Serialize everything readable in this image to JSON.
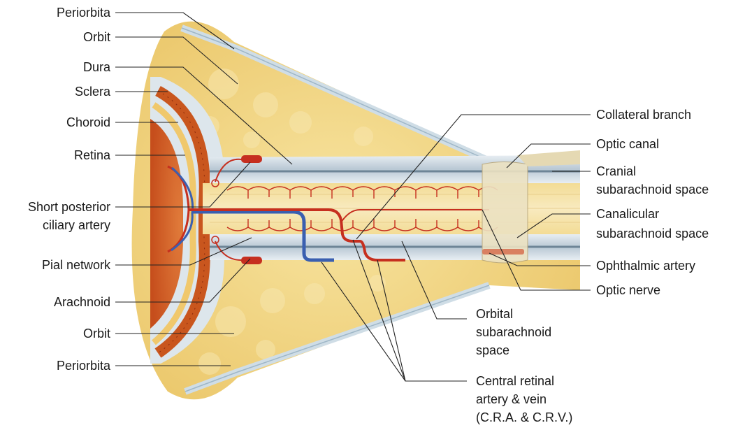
{
  "labels": {
    "periorbita_top": "Periorbita",
    "orbit_top": "Orbit",
    "dura": "Dura",
    "sclera": "Sclera",
    "choroid": "Choroid",
    "retina": "Retina",
    "short_posterior_1": "Short posterior",
    "short_posterior_2": "ciliary artery",
    "pial_network": "Pial network",
    "arachnoid": "Arachnoid",
    "orbit_bottom": "Orbit",
    "periorbita_bottom": "Periorbita",
    "collateral_branch": "Collateral branch",
    "optic_canal": "Optic canal",
    "cranial_1": "Cranial",
    "cranial_2": "subarachnoid space",
    "canalicular_1": "Canalicular",
    "canalicular_2": "subarachnoid space",
    "ophthalmic_artery": "Ophthalmic artery",
    "optic_nerve": "Optic nerve",
    "orbital_sub_1": "Orbital",
    "orbital_sub_2": "subarachnoid",
    "orbital_sub_3": "space",
    "crv_1": "Central retinal",
    "crv_2": "artery & vein",
    "crv_3": "(C.R.A. & C.R.V.)"
  },
  "colors": {
    "orbit_fat": "#f2d98a",
    "nerve": "#f5e3a8",
    "meninges": "#c9d6e0",
    "artery": "#c62f1f",
    "vein": "#3a5fb0",
    "choroid": "#c9561e",
    "canal": "#ece2c2"
  }
}
